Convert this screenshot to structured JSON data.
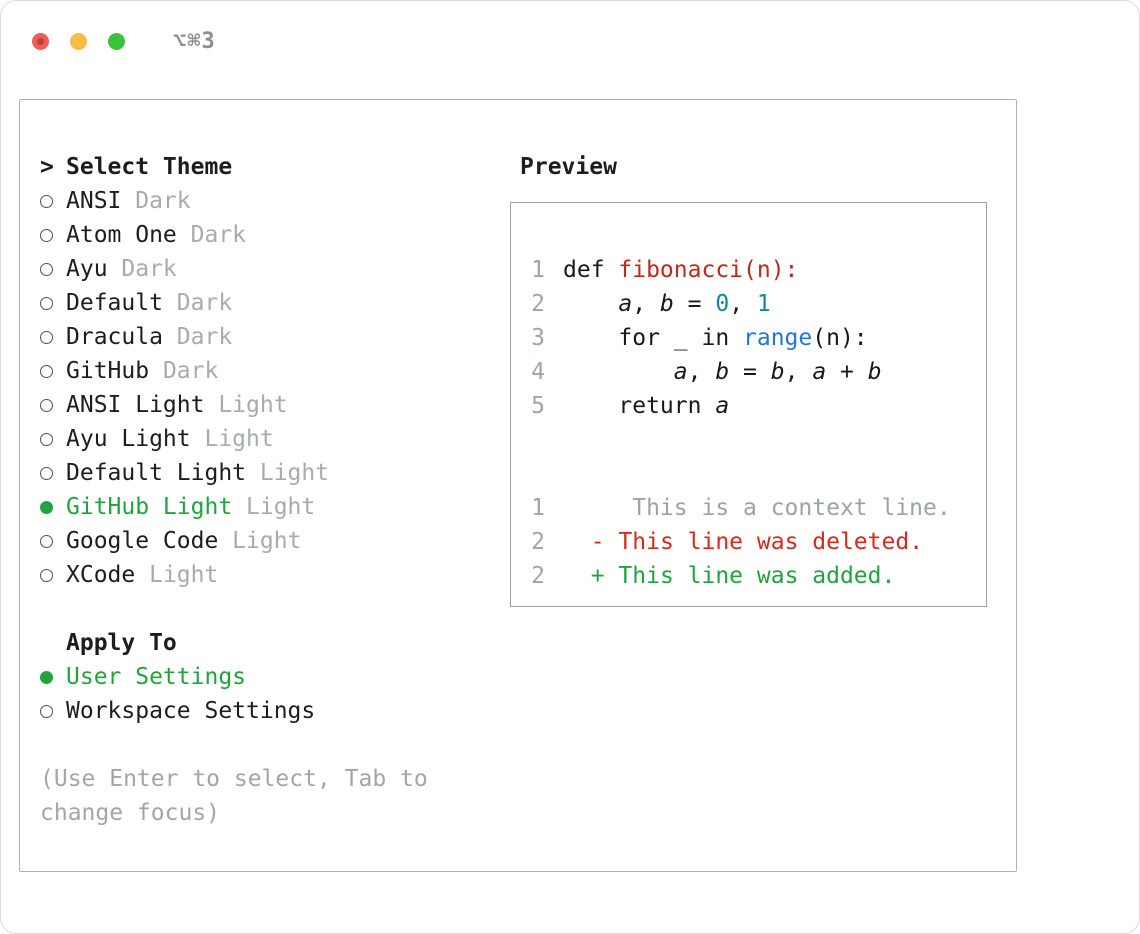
{
  "window": {
    "shortcut": "⌥⌘3"
  },
  "colors": {
    "accent_green": "#23a33f",
    "deleted_red": "#d9291c",
    "function_red": "#c0281c",
    "builtin_blue": "#2277d6",
    "number_teal": "#118899",
    "muted_gray": "#a2a6aa"
  },
  "theme_selector": {
    "prompt": ">",
    "title": "Select Theme",
    "options": [
      {
        "label": "ANSI",
        "variant": "Dark",
        "selected": false
      },
      {
        "label": "Atom One",
        "variant": "Dark",
        "selected": false
      },
      {
        "label": "Ayu",
        "variant": "Dark",
        "selected": false
      },
      {
        "label": "Default",
        "variant": "Dark",
        "selected": false
      },
      {
        "label": "Dracula",
        "variant": "Dark",
        "selected": false
      },
      {
        "label": "GitHub",
        "variant": "Dark",
        "selected": false
      },
      {
        "label": "ANSI Light",
        "variant": "Light",
        "selected": false
      },
      {
        "label": "Ayu Light",
        "variant": "Light",
        "selected": false
      },
      {
        "label": "Default Light",
        "variant": "Light",
        "selected": false
      },
      {
        "label": "GitHub Light",
        "variant": "Light",
        "selected": true
      },
      {
        "label": "Google Code",
        "variant": "Light",
        "selected": false
      },
      {
        "label": "XCode",
        "variant": "Light",
        "selected": false
      }
    ]
  },
  "apply_to": {
    "title": "Apply To",
    "options": [
      {
        "label": "User Settings",
        "selected": true
      },
      {
        "label": "Workspace Settings",
        "selected": false
      }
    ]
  },
  "help_text": "(Use Enter to select, Tab to change focus)",
  "preview": {
    "title": "Preview",
    "lines": [
      {
        "num": "1",
        "tokens": [
          {
            "t": "def ",
            "s": "plain"
          },
          {
            "t": "fibonacci(n):",
            "s": "func"
          }
        ]
      },
      {
        "num": "2",
        "tokens": [
          {
            "t": "    ",
            "s": "plain"
          },
          {
            "t": "a",
            "s": "var"
          },
          {
            "t": ", ",
            "s": "plain"
          },
          {
            "t": "b",
            "s": "var"
          },
          {
            "t": " = ",
            "s": "plain"
          },
          {
            "t": "0",
            "s": "num"
          },
          {
            "t": ", ",
            "s": "plain"
          },
          {
            "t": "1",
            "s": "num"
          }
        ]
      },
      {
        "num": "3",
        "tokens": [
          {
            "t": "    for _ in ",
            "s": "plain"
          },
          {
            "t": "range",
            "s": "builtin"
          },
          {
            "t": "(n):",
            "s": "plain"
          }
        ]
      },
      {
        "num": "4",
        "tokens": [
          {
            "t": "        ",
            "s": "plain"
          },
          {
            "t": "a",
            "s": "var"
          },
          {
            "t": ", ",
            "s": "plain"
          },
          {
            "t": "b",
            "s": "var"
          },
          {
            "t": " = ",
            "s": "plain"
          },
          {
            "t": "b",
            "s": "var"
          },
          {
            "t": ", ",
            "s": "plain"
          },
          {
            "t": "a",
            "s": "var"
          },
          {
            "t": " + ",
            "s": "plain"
          },
          {
            "t": "b",
            "s": "var"
          }
        ]
      },
      {
        "num": "5",
        "tokens": [
          {
            "t": "    return ",
            "s": "plain"
          },
          {
            "t": "a",
            "s": "var"
          }
        ]
      },
      {
        "num": "",
        "tokens": []
      },
      {
        "num": "",
        "tokens": []
      },
      {
        "num": "1",
        "tokens": [
          {
            "t": "     This is a context line.",
            "s": "context"
          }
        ]
      },
      {
        "num": "2",
        "tokens": [
          {
            "t": "  ",
            "s": "plain"
          },
          {
            "t": "- This line was deleted.",
            "s": "deleted"
          }
        ]
      },
      {
        "num": "2",
        "tokens": [
          {
            "t": "  ",
            "s": "plain"
          },
          {
            "t": "+ This line was added.",
            "s": "added"
          }
        ]
      }
    ]
  }
}
